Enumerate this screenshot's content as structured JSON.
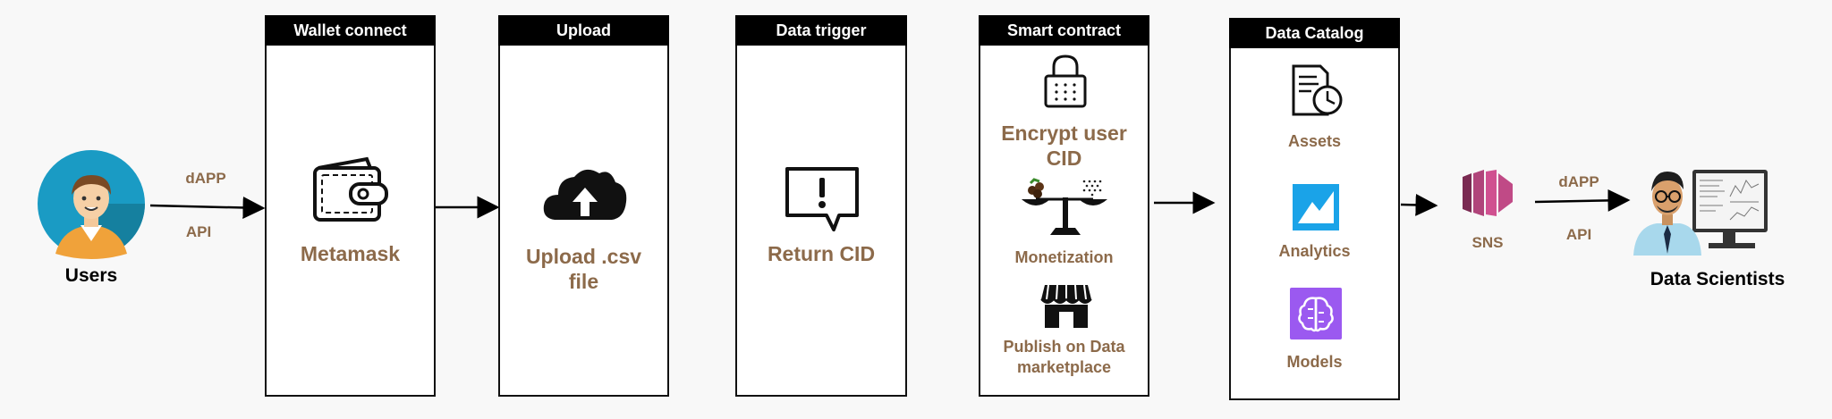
{
  "actors": {
    "users": "Users",
    "data_scientists": "Data Scientists"
  },
  "connectors": {
    "left": {
      "top": "dAPP",
      "bottom": "API"
    },
    "right": {
      "top": "dAPP",
      "bottom": "API"
    },
    "sns": "SNS"
  },
  "stages": {
    "wallet": {
      "title": "Wallet connect",
      "label": "Metamask",
      "icon": "wallet-icon"
    },
    "upload": {
      "title": "Upload",
      "label_line1": "Upload .csv",
      "label_line2": "file",
      "icon": "cloud-upload-icon"
    },
    "trigger": {
      "title": "Data trigger",
      "label": "Return CID",
      "icon": "alert-speech-bubble-icon"
    },
    "contract": {
      "title": "Smart contract",
      "encrypt_line1": "Encrypt user",
      "encrypt_line2": "CID",
      "monetization": "Monetization",
      "publish_line1": "Publish on Data",
      "publish_line2": "marketplace",
      "icons": [
        "lock-icon",
        "balance-scale-icon",
        "storefront-icon"
      ]
    },
    "catalog": {
      "title": "Data Catalog",
      "assets": "Assets",
      "analytics": "Analytics",
      "models": "Models",
      "icons": [
        "document-clock-icon",
        "analytics-icon",
        "brain-chip-icon"
      ]
    }
  },
  "colors": {
    "accent_brown": "#8c6a4a",
    "header_black": "#000000",
    "analytics_blue": "#1aa3e8",
    "models_purple": "#9b59f0",
    "sns_pink": "#b0447a"
  }
}
